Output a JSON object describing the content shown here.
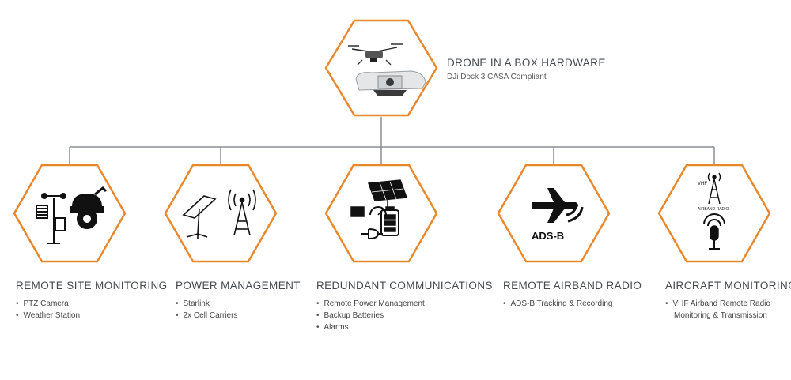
{
  "colors": {
    "accent": "#e8872b",
    "line": "#8a8e94",
    "icon": "#111111"
  },
  "top": {
    "title": "DRONE IN A BOX HARDWARE",
    "subtitle": "DJi Dock 3 CASA Compliant",
    "icon": "drone-dock-icon"
  },
  "nodes": [
    {
      "title": "REMOTE SITE MONITORING",
      "icon": "weather-station-camera-icon",
      "bullets": [
        "PTZ Camera",
        "Weather Station"
      ]
    },
    {
      "title": "POWER MANAGEMENT",
      "icon": "starlink-tower-icon",
      "bullets": [
        "Starlink",
        "2x Cell Carriers"
      ]
    },
    {
      "title": "REDUNDANT COMMUNICATIONS",
      "icon": "solar-battery-icon",
      "bullets": [
        "Remote Power Management",
        "Backup Batteries",
        "Alarms"
      ]
    },
    {
      "title": "REMOTE AIRBAND RADIO",
      "icon": "ads-b-plane-icon",
      "icon_text": "ADS-B",
      "bullets": [
        "ADS-B Tracking & Recording"
      ]
    },
    {
      "title": "AIRCRAFT MONITORING",
      "icon": "vhf-tower-mic-icon",
      "icon_text_top": "VHF",
      "icon_text_mid": "AIRBAND RADIO",
      "bullets": [
        "VHF Airband Remote Radio",
        "Monitoring & Transmission"
      ]
    }
  ]
}
